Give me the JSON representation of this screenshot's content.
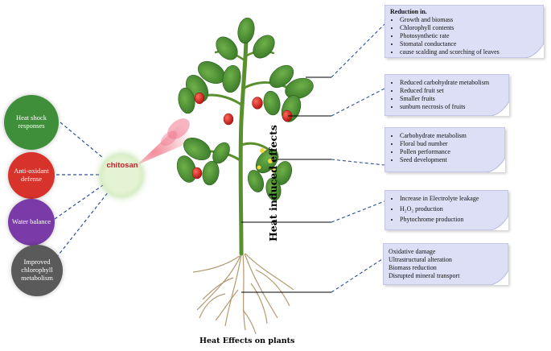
{
  "diagram": {
    "title": "Heat Effects on plants",
    "vertical_title": "Heat induced effects",
    "center_node": {
      "label": "chitosan",
      "color": "#c0202a"
    },
    "left_nodes": [
      {
        "label": "Heat shock responses",
        "color": "#3f8f3a"
      },
      {
        "label": "Anti-oxidant defense",
        "color": "#d8332b"
      },
      {
        "label": "Water balance",
        "color": "#7a3aa8"
      },
      {
        "label": "Improved chlorophyll metabolism",
        "color": "#5a5a5a"
      }
    ],
    "effect_boxes": [
      {
        "heading": "Reduction in.",
        "items": [
          "Growth and biomass",
          "Chlorophyll contents",
          "Photosynthetic rate",
          "Stomatal conductance",
          " cause scalding and scorching of leaves"
        ]
      },
      {
        "items": [
          "Reduced carbohydrate metabolism",
          "Reduced fruit set",
          "Smaller fruits",
          "sunburn necrosis of fruits"
        ]
      },
      {
        "items": [
          "Carbohydrate metabolism",
          "Floral bud number",
          "Pollen performance",
          "Seed development"
        ]
      },
      {
        "items": [
          "Increase in Electrolyte leakage",
          "H₂O₂ production",
          "Phytochrome production"
        ]
      },
      {
        "plain_items": [
          "Oxidative damage",
          "Ultrastructural  alteration",
          "Biomass reduction",
          "Disrupted mineral transport"
        ]
      }
    ],
    "colors": {
      "box_fill": "#dcdff5",
      "connector": "#2f4f9a",
      "spray": "#e8546a",
      "stem": "#5a8f2e",
      "leaf": "#3f8a2c",
      "fruit": "#d42020",
      "root": "#b39a72"
    }
  }
}
